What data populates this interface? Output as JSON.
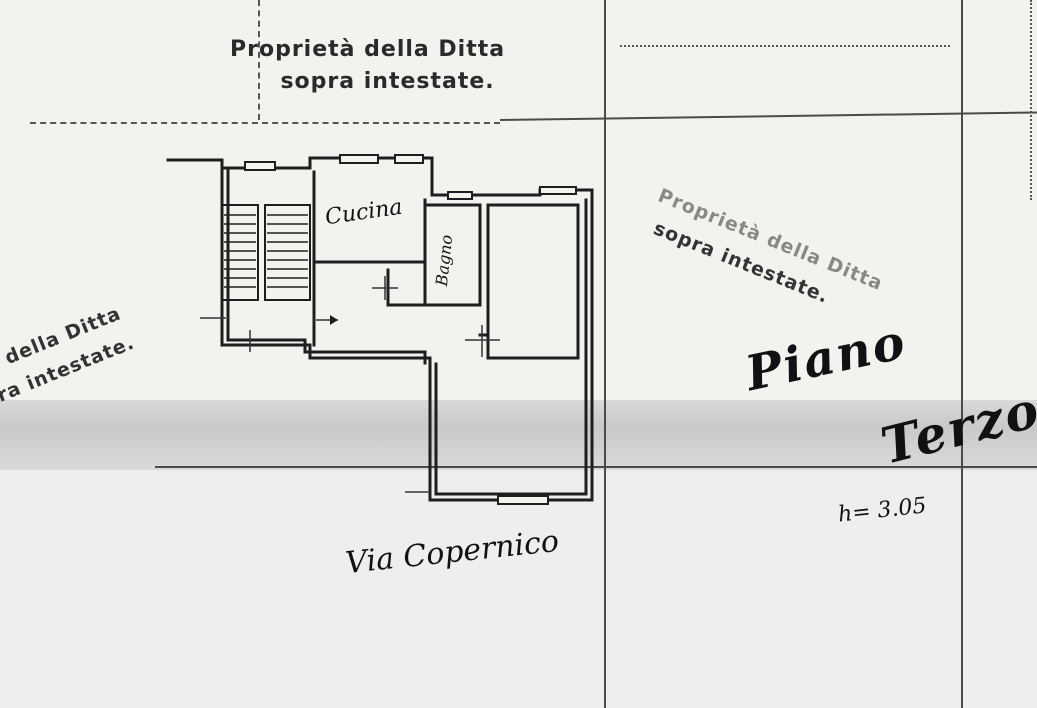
{
  "stamps": {
    "top": {
      "line1": "Proprietà della Ditta",
      "line2": "sopra intestate."
    },
    "right": {
      "line1": "Proprietà della Ditta",
      "line2": "sopra intestate."
    },
    "left": {
      "line1": "à della Ditta",
      "line2": "ra intestate."
    }
  },
  "labels": {
    "cucina": "Cucina",
    "bagno": "Bagno",
    "floor_word1": "Piano",
    "floor_word2": "Terzo",
    "height": "h= 3.05",
    "street": "Via Copernico"
  },
  "colors": {
    "paper": "#f3f2ef",
    "ink": "#2a2a2a",
    "fold_shadow": "#c9c9c7"
  }
}
